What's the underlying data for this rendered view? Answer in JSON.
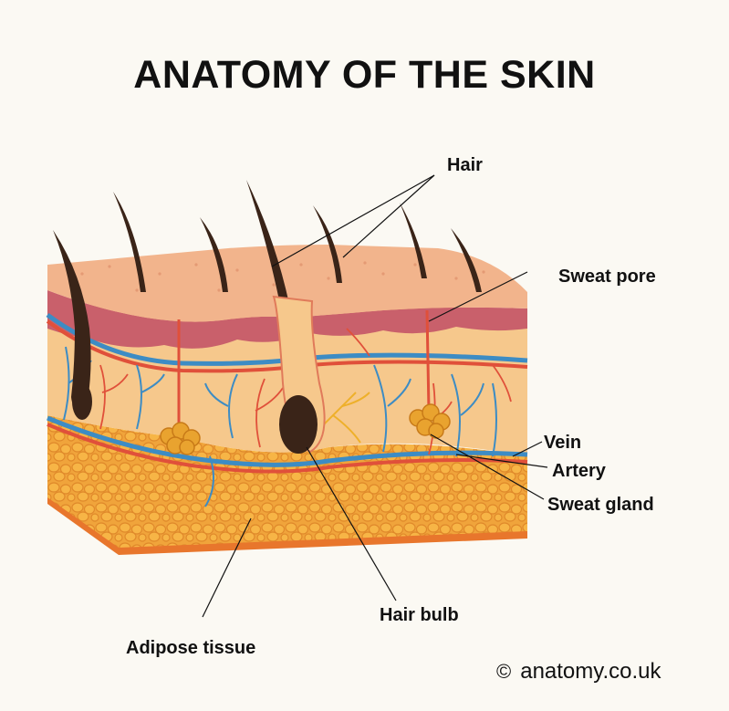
{
  "title": "ANATOMY OF THE SKIN",
  "labels": {
    "hair": "Hair",
    "sweat_pore": "Sweat pore",
    "vein": "Vein",
    "artery": "Artery",
    "sweat_gland": "Sweat gland",
    "hair_bulb": "Hair bulb",
    "adipose_tissue": "Adipose tissue"
  },
  "watermark": "anatomy.co.uk",
  "credit": {
    "symbol": "©",
    "text": "anatomy.co.uk"
  },
  "colors": {
    "background": "#fbf9f3",
    "epidermis": "#f2b48c",
    "dermis_top": "#c9606b",
    "dermis": "#f6c88c",
    "hypodermis": "#f0a43b",
    "fat_base": "#e8762c",
    "vein": "#3d8cc4",
    "artery": "#e0503a",
    "hair": "#3a2418",
    "gland": "#e9a32f"
  }
}
